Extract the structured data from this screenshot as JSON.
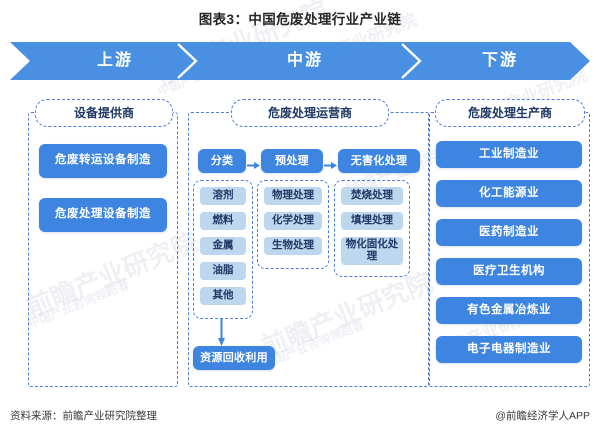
{
  "title": "图表3：中国危废处理行业产业链",
  "colors": {
    "primary_blue": "#3d85e0",
    "light_blue": "#bdd7ee",
    "dashed_border": "#4a7fd4",
    "text_dark": "#1f3864"
  },
  "banner": {
    "segments": [
      {
        "label": "上游"
      },
      {
        "label": "中游"
      },
      {
        "label": "下游"
      }
    ]
  },
  "upstream": {
    "header": "设备提供商",
    "items": [
      {
        "label": "危废转运设备制造"
      },
      {
        "label": "危废处理设备制造"
      }
    ]
  },
  "midstream": {
    "header": "危废处理运营商",
    "stages": [
      {
        "label": "分类"
      },
      {
        "label": "预处理"
      },
      {
        "label": "无害化处理"
      }
    ],
    "groups": [
      {
        "name": "classification-group",
        "items": [
          "溶剂",
          "燃料",
          "金属",
          "油脂",
          "其他"
        ]
      },
      {
        "name": "pretreatment-group",
        "items": [
          "物理处理",
          "化学处理",
          "生物处理"
        ]
      },
      {
        "name": "harmless-treatment-group",
        "items": [
          "焚烧处理",
          "填埋处理",
          "物化固化处理"
        ]
      }
    ],
    "outcome": "资源回收利用"
  },
  "downstream": {
    "header": "危废处理生产商",
    "items": [
      {
        "label": "工业制造业"
      },
      {
        "label": "化工能源业"
      },
      {
        "label": "医药制造业"
      },
      {
        "label": "医疗卫生机构"
      },
      {
        "label": "有色金属冶炼业"
      },
      {
        "label": "电子电器制造业"
      }
    ]
  },
  "footer": {
    "source": "资料来源：前瞻产业研究院整理",
    "credit": "@前瞻经济学人APP"
  },
  "watermark": {
    "text": "前瞻产业研究院",
    "subtext": "中国产业咨询领跑者"
  }
}
